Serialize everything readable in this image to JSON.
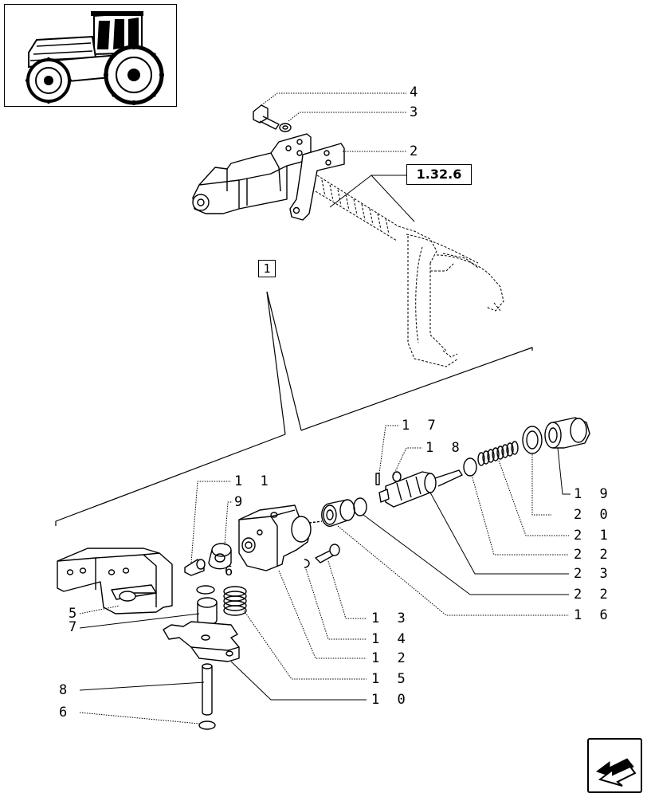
{
  "reference": {
    "page_ref": "1.32.6",
    "group_ref": "1"
  },
  "icons": {
    "thumbnail": "tractor-icon",
    "nav": "return-arrow-icon"
  },
  "callouts": [
    {
      "id": "c4",
      "text": "4"
    },
    {
      "id": "c3",
      "text": "3"
    },
    {
      "id": "c2",
      "text": "2"
    },
    {
      "id": "c17",
      "text": "1 7"
    },
    {
      "id": "c18",
      "text": "1 8"
    },
    {
      "id": "c11",
      "text": "1 1"
    },
    {
      "id": "c9",
      "text": "9"
    },
    {
      "id": "c6a",
      "text": "6"
    },
    {
      "id": "c19",
      "text": "1 9"
    },
    {
      "id": "c20",
      "text": "2 0"
    },
    {
      "id": "c21",
      "text": "2 1"
    },
    {
      "id": "c22a",
      "text": "2 2"
    },
    {
      "id": "c23",
      "text": "2 3"
    },
    {
      "id": "c22b",
      "text": "2 2"
    },
    {
      "id": "c16",
      "text": "1 6"
    },
    {
      "id": "c13",
      "text": "1 3"
    },
    {
      "id": "c14",
      "text": "1 4"
    },
    {
      "id": "c12",
      "text": "1 2"
    },
    {
      "id": "c15",
      "text": "1 5"
    },
    {
      "id": "c10",
      "text": "1 0"
    },
    {
      "id": "c5",
      "text": "5"
    },
    {
      "id": "c7",
      "text": "7"
    },
    {
      "id": "c8",
      "text": "8"
    },
    {
      "id": "c6b",
      "text": "6"
    }
  ]
}
